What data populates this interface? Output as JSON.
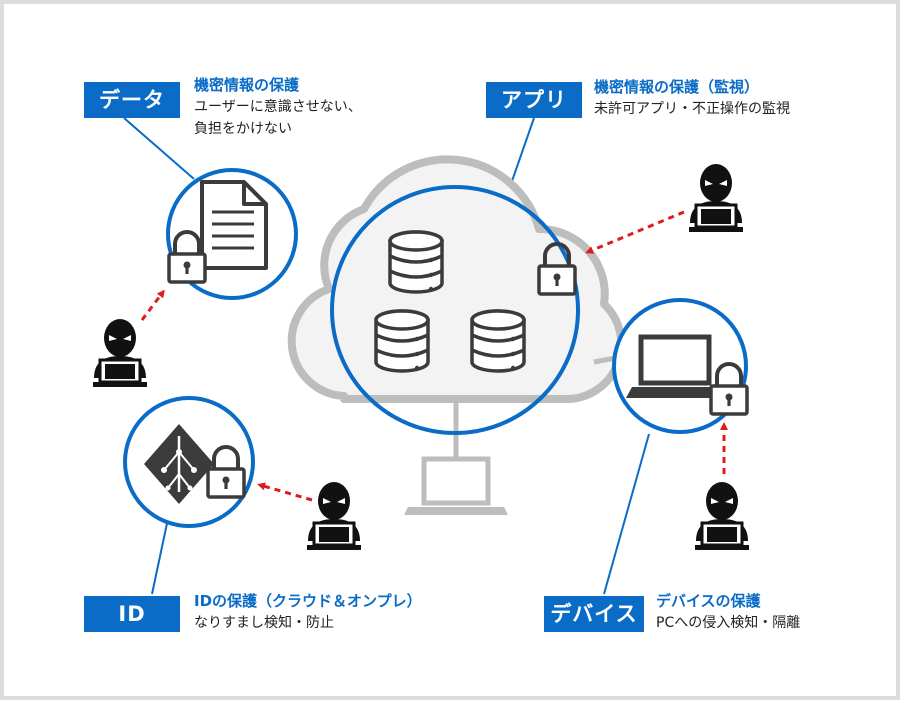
{
  "sections": {
    "data": {
      "badge": "データ",
      "title": "機密情報の保護",
      "desc_line1": "ユーザーに意識させない、",
      "desc_line2": "負担をかけない"
    },
    "app": {
      "badge": "アプリ",
      "title": "機密情報の保護（監視）",
      "desc_line1": "未許可アプリ・不正操作の監視"
    },
    "id": {
      "badge": "ID",
      "title": "IDの保護（クラウド＆オンプレ）",
      "desc_line1": "なりすまし検知・防止"
    },
    "device": {
      "badge": "デバイス",
      "title": "デバイスの保護",
      "desc_line1": "PCへの侵入検知・隔離"
    }
  },
  "colors": {
    "accent": "#0a6cc7",
    "attack_arrow": "#e01b1b",
    "cloud_gray": "#bdbdbd",
    "icon_dark": "#3b3b3b"
  }
}
